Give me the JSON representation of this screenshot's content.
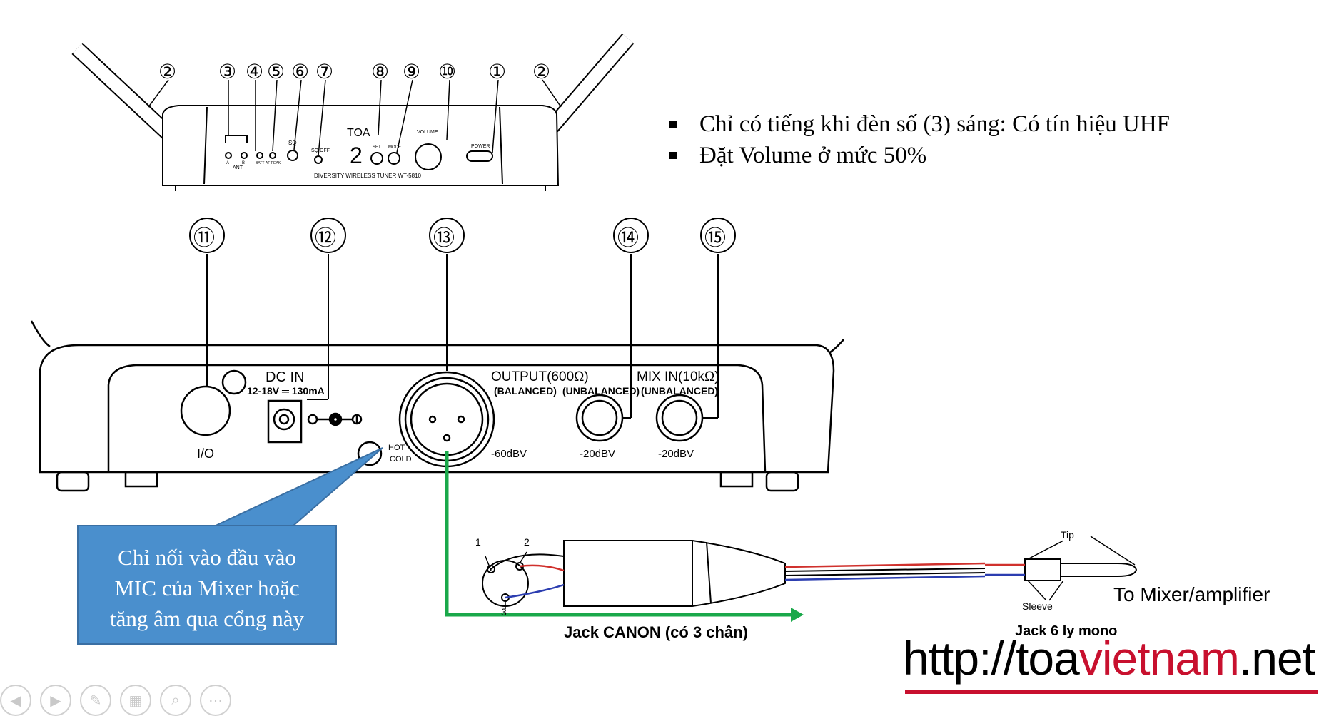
{
  "bullets": [
    "Chỉ có tiếng khi đèn số (3) sáng: Có tín hiệu UHF",
    "Đặt Volume ở mức 50%"
  ],
  "callout": {
    "lines": [
      "Chỉ nối vào đầu vào",
      "MIC của Mixer hoặc",
      "tăng âm qua cổng này"
    ]
  },
  "front_panel": {
    "brand": "TOA",
    "model_text": "DIVERSITY WIRELESS TUNER WT-5810",
    "display_digit": "2",
    "small_labels": {
      "sq": "SQ",
      "sq_off": "SQ OFF",
      "set": "SET",
      "mode": "MODE",
      "volume": "VOLUME",
      "power": "POWER",
      "ant": "ANT",
      "a": "A",
      "b": "B",
      "batt": "BATT",
      "af_peak": "AF PEAK"
    },
    "callouts": [
      "②",
      "③",
      "④",
      "⑤",
      "⑥",
      "⑦",
      "⑧",
      "⑨",
      "⑩",
      "①",
      "②"
    ]
  },
  "rear_panel": {
    "callouts": [
      "⑪",
      "⑫",
      "⑬",
      "⑭",
      "⑮"
    ],
    "labels": {
      "dc_in": "DC IN",
      "dc_spec": "12-18V ═ 130mA",
      "output": "OUTPUT(600Ω)",
      "balanced": "(BALANCED)",
      "unbalanced_1": "(UNBALANCED)",
      "mix_in": "MIX IN(10kΩ)",
      "unbalanced_2": "(UNBALANCED)",
      "io": "I/O",
      "level_output": "-60dBV",
      "level_unbal_out": "-20dBV",
      "level_mix_in": "-20dBV",
      "hot": "HOT",
      "cold": "COLD"
    }
  },
  "cable": {
    "pins": [
      "1",
      "2",
      "3"
    ],
    "tip": "Tip",
    "sleeve": "Sleeve",
    "destination": "To Mixer/amplifier",
    "jack_canon": "Jack CANON (có 3 chân)",
    "jack_6ly": "Jack 6 ly mono"
  },
  "logo": {
    "prefix": "http://toa",
    "highlight": "vietnam",
    "suffix": ".net"
  },
  "colors": {
    "callout_fill": "#4a8fcd",
    "arrow_green": "#1aa84a",
    "wire_red": "#d0312d",
    "wire_blue": "#2b3db0",
    "logo_red": "#c8102e"
  },
  "toolbar_icons": [
    "prev-icon",
    "play-icon",
    "pen-icon",
    "slides-icon",
    "zoom-icon",
    "more-icon"
  ]
}
